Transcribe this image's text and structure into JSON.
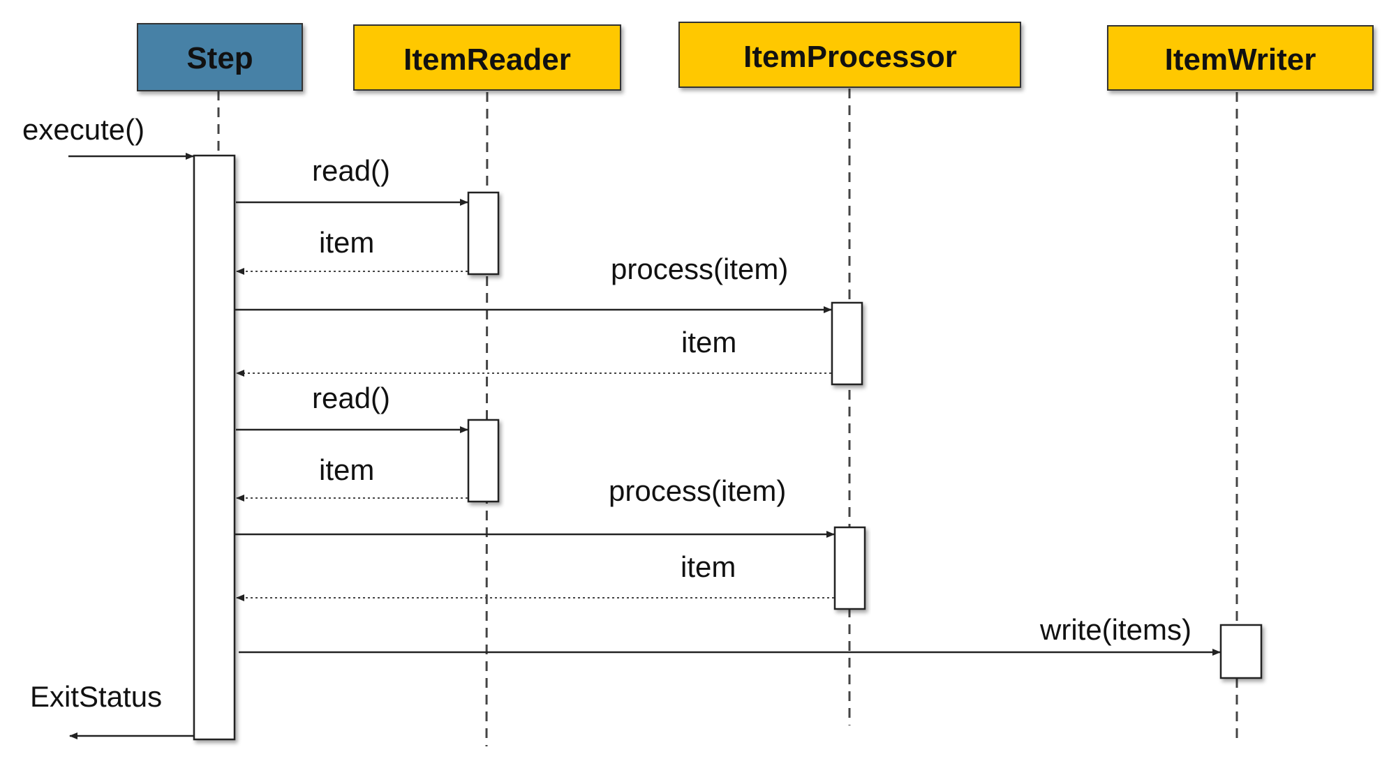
{
  "colors": {
    "step_fill": "#4681a6",
    "participant_fill": "#ffc800",
    "line": "#222222",
    "activation_fill": "#ffffff",
    "background": "#ffffff"
  },
  "participants": [
    {
      "id": "step",
      "label": "Step"
    },
    {
      "id": "reader",
      "label": "ItemReader"
    },
    {
      "id": "processor",
      "label": "ItemProcessor"
    },
    {
      "id": "writer",
      "label": "ItemWriter"
    }
  ],
  "messages": [
    {
      "label": "execute()",
      "kind": "call"
    },
    {
      "label": "read()",
      "kind": "call"
    },
    {
      "label": "item",
      "kind": "return"
    },
    {
      "label": "process(item)",
      "kind": "call"
    },
    {
      "label": "item",
      "kind": "return"
    },
    {
      "label": "read()",
      "kind": "call"
    },
    {
      "label": "item",
      "kind": "return"
    },
    {
      "label": "process(item)",
      "kind": "call"
    },
    {
      "label": "item",
      "kind": "return"
    },
    {
      "label": "write(items)",
      "kind": "call"
    },
    {
      "label": "ExitStatus",
      "kind": "return"
    }
  ]
}
